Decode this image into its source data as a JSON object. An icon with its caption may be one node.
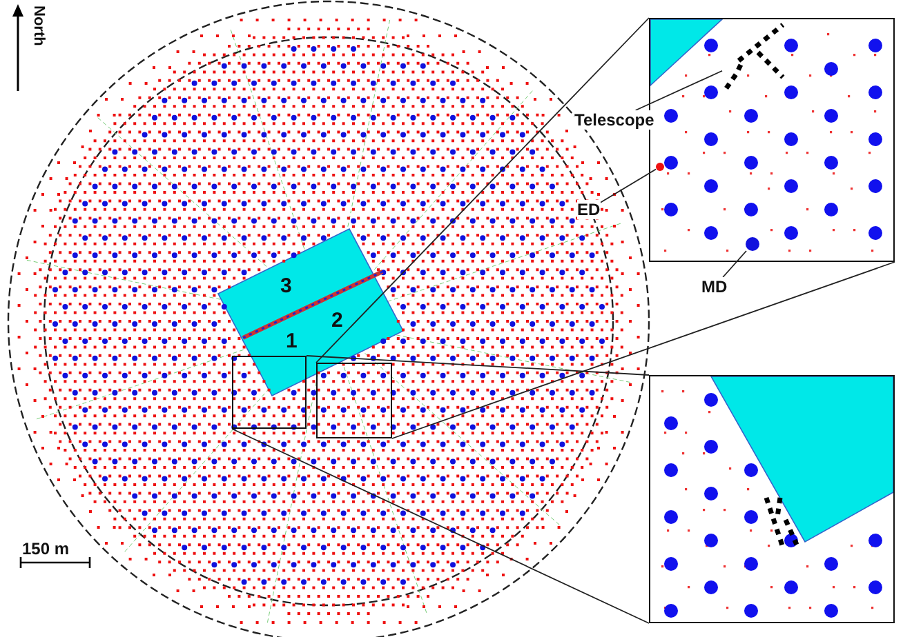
{
  "diagram": {
    "nodes": [
      {
        "text": [],
        "shape": "box"
      },
      {
        "text": [],
        "shape": "box"
      },
      {
        "text": [],
        "shape": "box"
      },
      {
        "text": [],
        "shape": "box"
      },
      {
        "text": [
          "Telescope"
        ]
      },
      {
        "text": [
          "ED"
        ]
      },
      {
        "text": [
          "MD"
        ]
      },
      {
        "text": [],
        "shape": "box",
        "in": 2
      },
      {
        "text": [],
        "shape": "circle",
        "in": 2
      },
      {
        "text": [],
        "shape": "circle",
        "in": 2
      }
    ],
    "edges": [
      {
        "from": 1,
        "to": 2,
        "arrow": "none"
      },
      {
        "from": 1,
        "to": 2,
        "arrow": "none"
      },
      {
        "from": 0,
        "to": 3,
        "arrow": "none"
      },
      {
        "from": 0,
        "to": 3,
        "arrow": "none"
      },
      {
        "from": 4,
        "to": 7,
        "arrow": "none"
      },
      {
        "from": 5,
        "to": 8,
        "arrow": "none"
      },
      {
        "from": 6,
        "to": 9,
        "arrow": "none"
      }
    ],
    "labels": [
      "North",
      "3",
      "2",
      "1",
      "150 m"
    ]
  }
}
